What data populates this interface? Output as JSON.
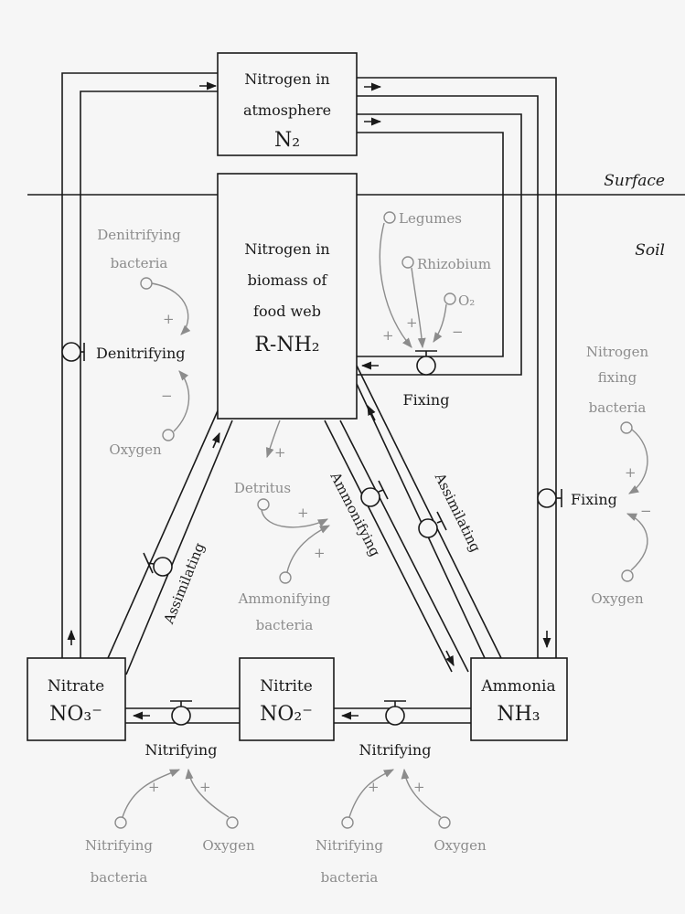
{
  "boxes": {
    "atmosphere": {
      "lines": [
        "Nitrogen in",
        "atmosphere",
        "N₂"
      ]
    },
    "biomass": {
      "lines": [
        "Nitrogen in",
        "biomass of",
        "food web",
        "R-NH₂"
      ]
    },
    "nitrate": {
      "lines": [
        "Nitrate",
        "NO₃⁻"
      ]
    },
    "nitrite": {
      "lines": [
        "Nitrite",
        "NO₂⁻"
      ]
    },
    "ammonia": {
      "lines": [
        "Ammonia",
        "NH₃"
      ]
    }
  },
  "zones": {
    "surface": "Surface",
    "soil": "Soil"
  },
  "processes": {
    "denitrifying": "Denitrifying",
    "fixing_legumes": "Fixing",
    "fixing_bacteria": "Fixing",
    "assimilating_left": "Assimilating",
    "ammonifying": "Ammonifying",
    "assimilating_right": "Assimilating",
    "nitrifying_left": "Nitrifying",
    "nitrifying_right": "Nitrifying"
  },
  "influences": {
    "denitrifying_bacteria": [
      "Denitrifying",
      "bacteria"
    ],
    "oxygen_denitrifying": "Oxygen",
    "legumes": "Legumes",
    "rhizobium": "Rhizobium",
    "o2": "O₂",
    "nitrogen_fixing_bacteria": [
      "Nitrogen",
      "fixing",
      "bacteria"
    ],
    "oxygen_fixing": "Oxygen",
    "detritus": "Detritus",
    "ammonifying_bacteria": [
      "Ammonifying",
      "bacteria"
    ],
    "nitrifying_bacteria_left": [
      "Nitrifying",
      "bacteria"
    ],
    "oxygen_nitrifying_left": "Oxygen",
    "nitrifying_bacteria_right": [
      "Nitrifying",
      "bacteria"
    ],
    "oxygen_nitrifying_right": "Oxygen"
  },
  "signs": {
    "plus": "+",
    "minus": "−"
  },
  "colors": {
    "ink": "#1a1a1a",
    "influence": "#8c8c8c",
    "background": "#f6f6f6"
  }
}
